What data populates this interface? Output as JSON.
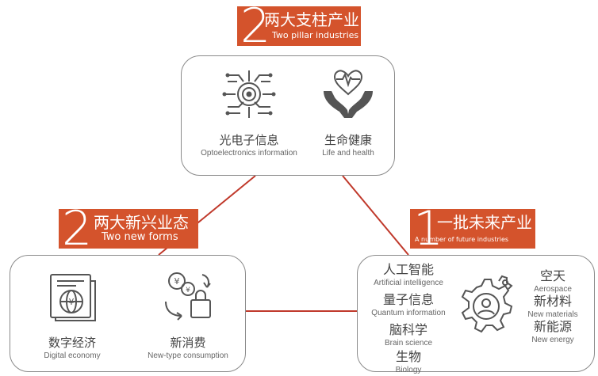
{
  "top_banner": {
    "number": "2",
    "title_zh": "两大支柱产业",
    "title_en": "Two pillar industries"
  },
  "top_items": [
    {
      "zh": "光电子信息",
      "en": "Optoelectronics information",
      "icon": "circuit-chip-icon"
    },
    {
      "zh": "生命健康",
      "en": "Life and health",
      "icon": "hands-heart-icon"
    }
  ],
  "left_banner": {
    "number": "2",
    "title_zh": "两大新兴业态",
    "title_en": "Two new forms"
  },
  "left_items": [
    {
      "zh": "数字经济",
      "en": "Digital economy",
      "icon": "digital-globe-icon"
    },
    {
      "zh": "新消费",
      "en": "New-type consumption",
      "icon": "shopping-bag-icon"
    }
  ],
  "right_banner": {
    "number": "1",
    "title_zh": "一批未来产业",
    "title_en": "A number of future industries"
  },
  "right_items": [
    {
      "zh": "人工智能",
      "en": "Artificial intelligence"
    },
    {
      "zh": "量子信息",
      "en": "Quantum information"
    },
    {
      "zh": "脑科学",
      "en": "Brain science"
    },
    {
      "zh": "生物",
      "en": "Biology"
    },
    {
      "zh": "空天",
      "en": "Aerospace"
    },
    {
      "zh": "新材料",
      "en": "New materials"
    },
    {
      "zh": "新能源",
      "en": "New energy"
    }
  ],
  "colors": {
    "accent": "#d4532c",
    "line": "#c0392b",
    "icon": "#555555",
    "border": "#8a8a8a"
  }
}
